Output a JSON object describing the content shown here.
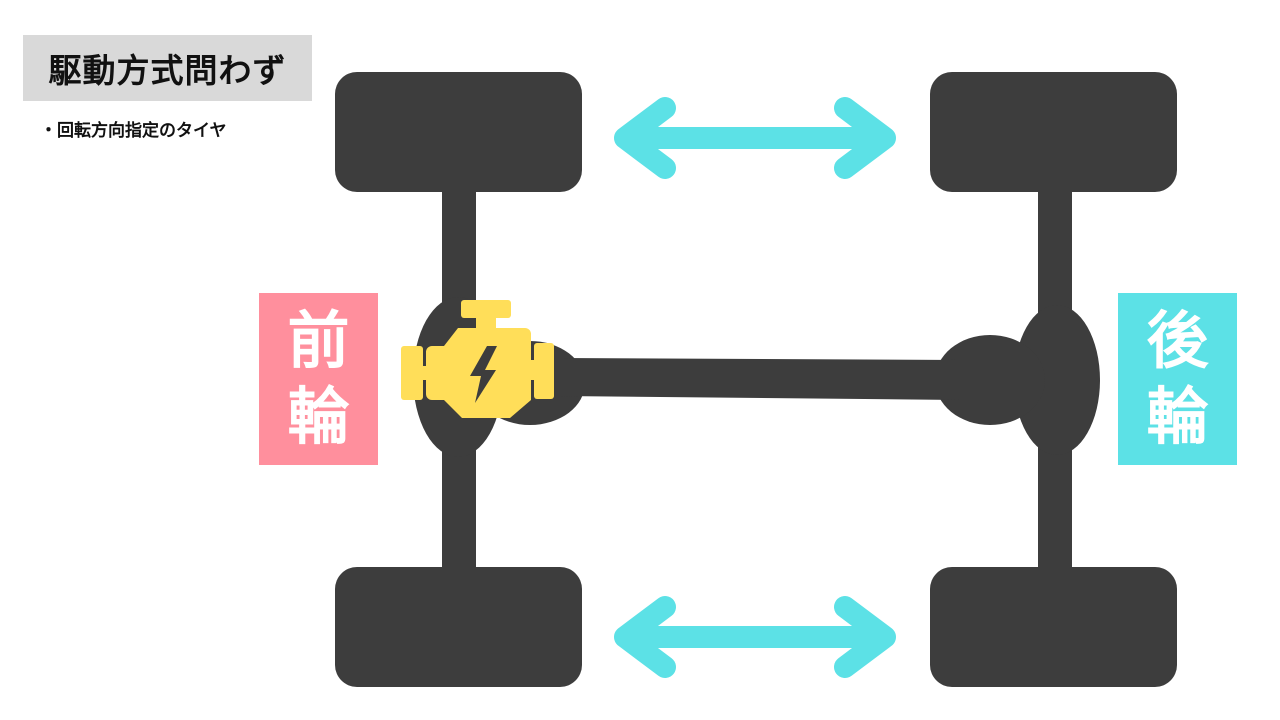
{
  "title": "駆動方式問わず",
  "subtitle": "・回転方向指定のタイヤ",
  "front_label": [
    "前",
    "輪"
  ],
  "rear_label": [
    "後",
    "輪"
  ],
  "colors": {
    "chassis": "#3d3d3d",
    "arrow": "#5ce1e6",
    "front": "#ff8f9d",
    "rear": "#5ce1e6",
    "engine": "#ffde59"
  },
  "icons": [
    "engine-icon",
    "lightning-icon",
    "double-arrow-icon"
  ]
}
